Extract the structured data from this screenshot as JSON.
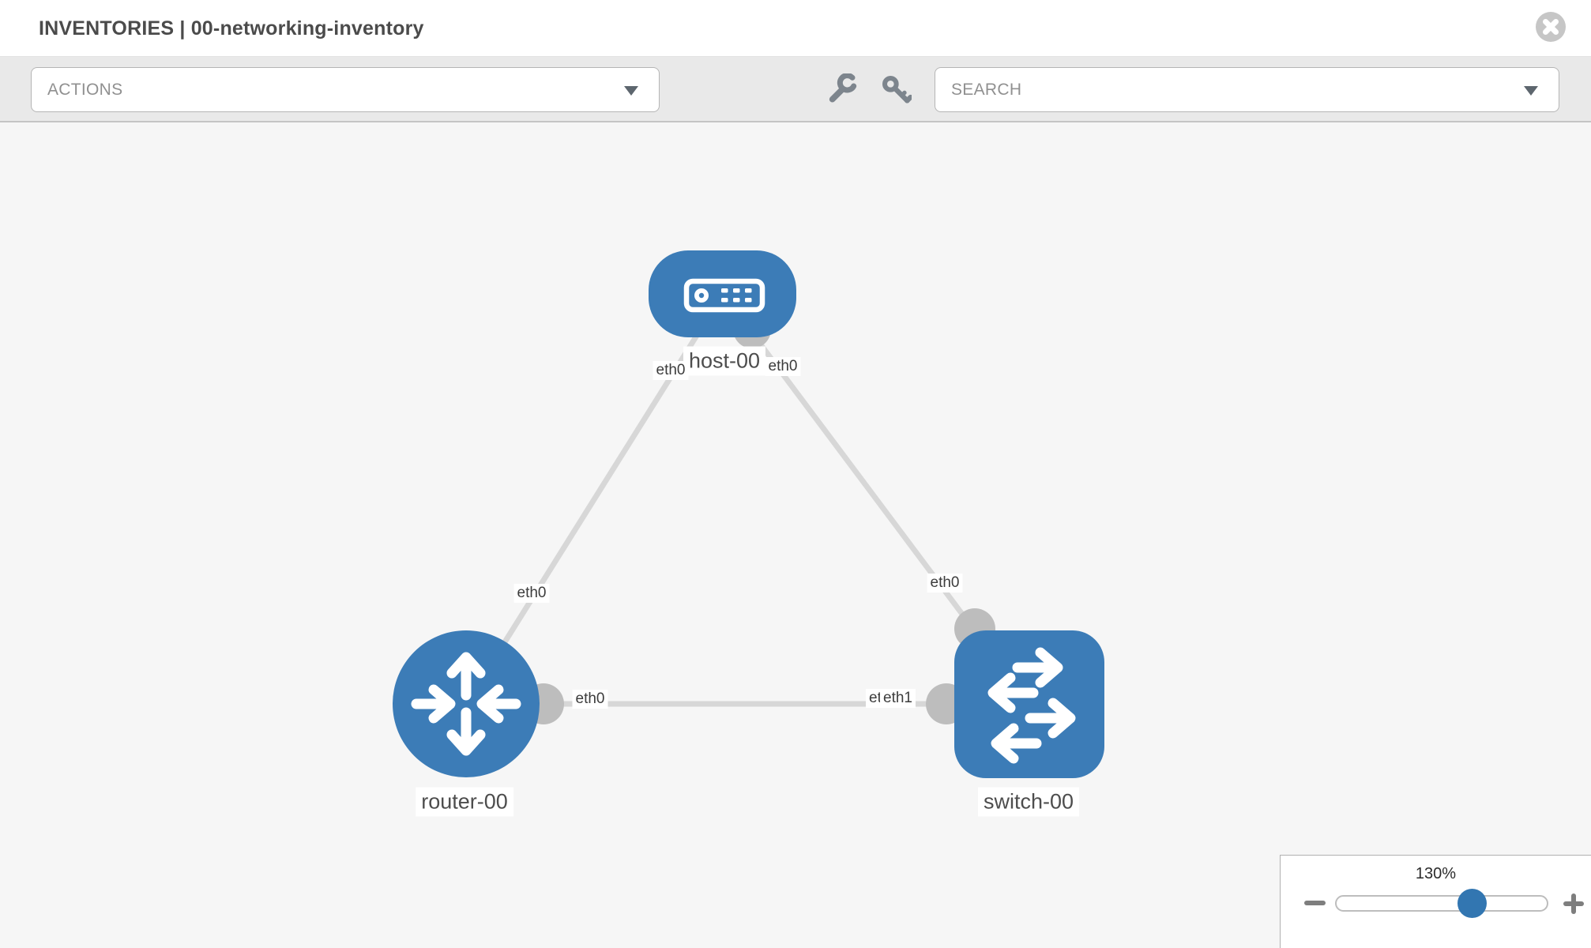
{
  "header": {
    "title": "INVENTORIES | 00-networking-inventory"
  },
  "toolbar": {
    "actions_label": "ACTIONS",
    "search_label": "SEARCH",
    "icons": [
      "wrench-icon",
      "key-icon"
    ]
  },
  "topology": {
    "nodes": [
      {
        "id": "host-00",
        "type": "host",
        "label": "host-00"
      },
      {
        "id": "router-00",
        "type": "router",
        "label": "router-00"
      },
      {
        "id": "switch-00",
        "type": "switch",
        "label": "switch-00"
      }
    ],
    "links": [
      {
        "from": "host-00",
        "to": "router-00",
        "from_iface": "eth0",
        "to_iface": "eth0"
      },
      {
        "from": "host-00",
        "to": "switch-00",
        "from_iface": "eth0",
        "to_iface": "eth0"
      },
      {
        "from": "router-00",
        "to": "switch-00",
        "from_iface": "eth0",
        "to_iface": "eth0",
        "to_iface2": "eth1"
      }
    ]
  },
  "zoom_control": {
    "level": "130%"
  },
  "colors": {
    "node_blue": "#3c7cb7",
    "slider_thumb_blue": "#3276b1",
    "link_gray": "#d7d7d7",
    "connector_gray": "#bdbdbd",
    "toolbar_bg": "#e9e9e9",
    "canvas_bg": "#f6f6f6",
    "title_text": "#4b4b4b"
  }
}
